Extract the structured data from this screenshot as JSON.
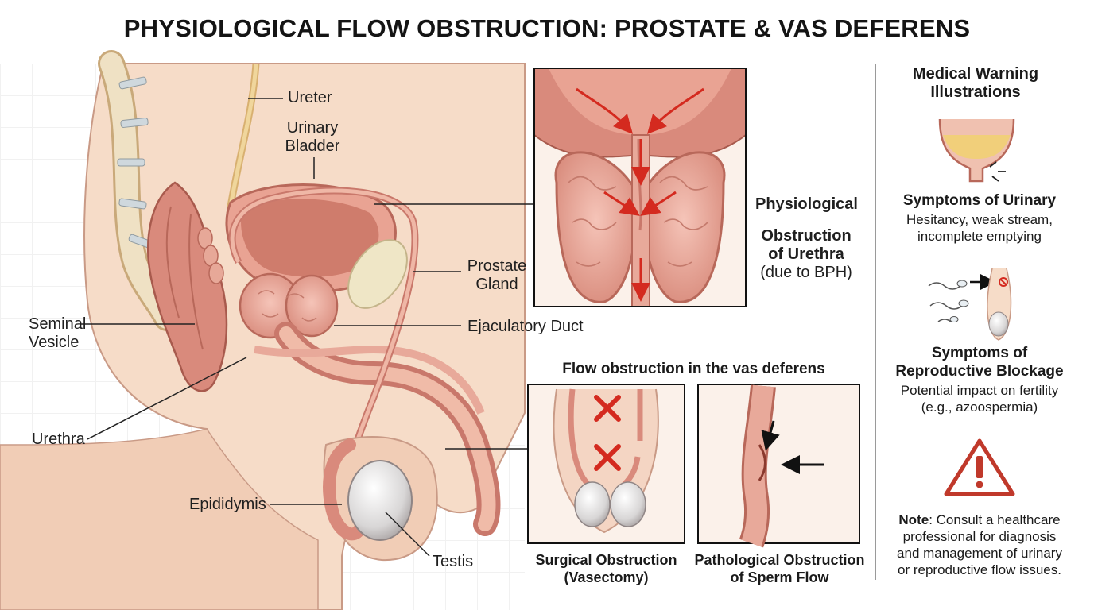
{
  "title": "PHYSIOLOGICAL FLOW OBSTRUCTION: PROSTATE & VAS DEFERENS",
  "anatomy_labels": {
    "ureter": "Ureter",
    "urinary_bladder_1": "Urinary",
    "urinary_bladder_2": "Bladder",
    "prostate_1": "Prostate",
    "prostate_2": "Gland",
    "ejaculatory_duct": "Ejaculatory Duct",
    "seminal_vesicle_1": "Seminal",
    "seminal_vesicle_2": "Vesicle",
    "urethra": "Urethra",
    "epididymis": "Epididymis",
    "testis": "Testis"
  },
  "inset_urethra": {
    "line1": "Physiological",
    "line2": "Obstruction",
    "line3": "of Urethra",
    "line4": "(due to BPH)"
  },
  "vas_section": {
    "heading": "Flow obstruction in the vas deferens",
    "surgical_1": "Surgical Obstruction",
    "surgical_2": "(Vasectomy)",
    "pathological_1": "Pathological Obstruction",
    "pathological_2": "of Sperm Flow"
  },
  "sidebar": {
    "heading_1": "Medical Warning",
    "heading_2": "Illustrations",
    "urinary_title": "Symptoms of Urinary",
    "urinary_text_1": "Hesitancy, weak stream,",
    "urinary_text_2": "incomplete emptying",
    "repro_title_1": "Symptoms of",
    "repro_title_2": "Reproductive Blockage",
    "repro_text_1": "Potential impact on fertility",
    "repro_text_2": "(e.g., azoospermia)",
    "note_label": "Note",
    "note_1": ": Consult a healthcare",
    "note_2": "professional for diagnosis",
    "note_3": "and management of urinary",
    "note_4": "or reproductive flow issues."
  },
  "colors": {
    "tissue": "#e8a99a",
    "tissue_dark": "#c9786b",
    "skin": "#f6dcc8",
    "bone": "#efe1c4",
    "arrow_red": "#d42a1f",
    "warning_red": "#c0392b"
  }
}
